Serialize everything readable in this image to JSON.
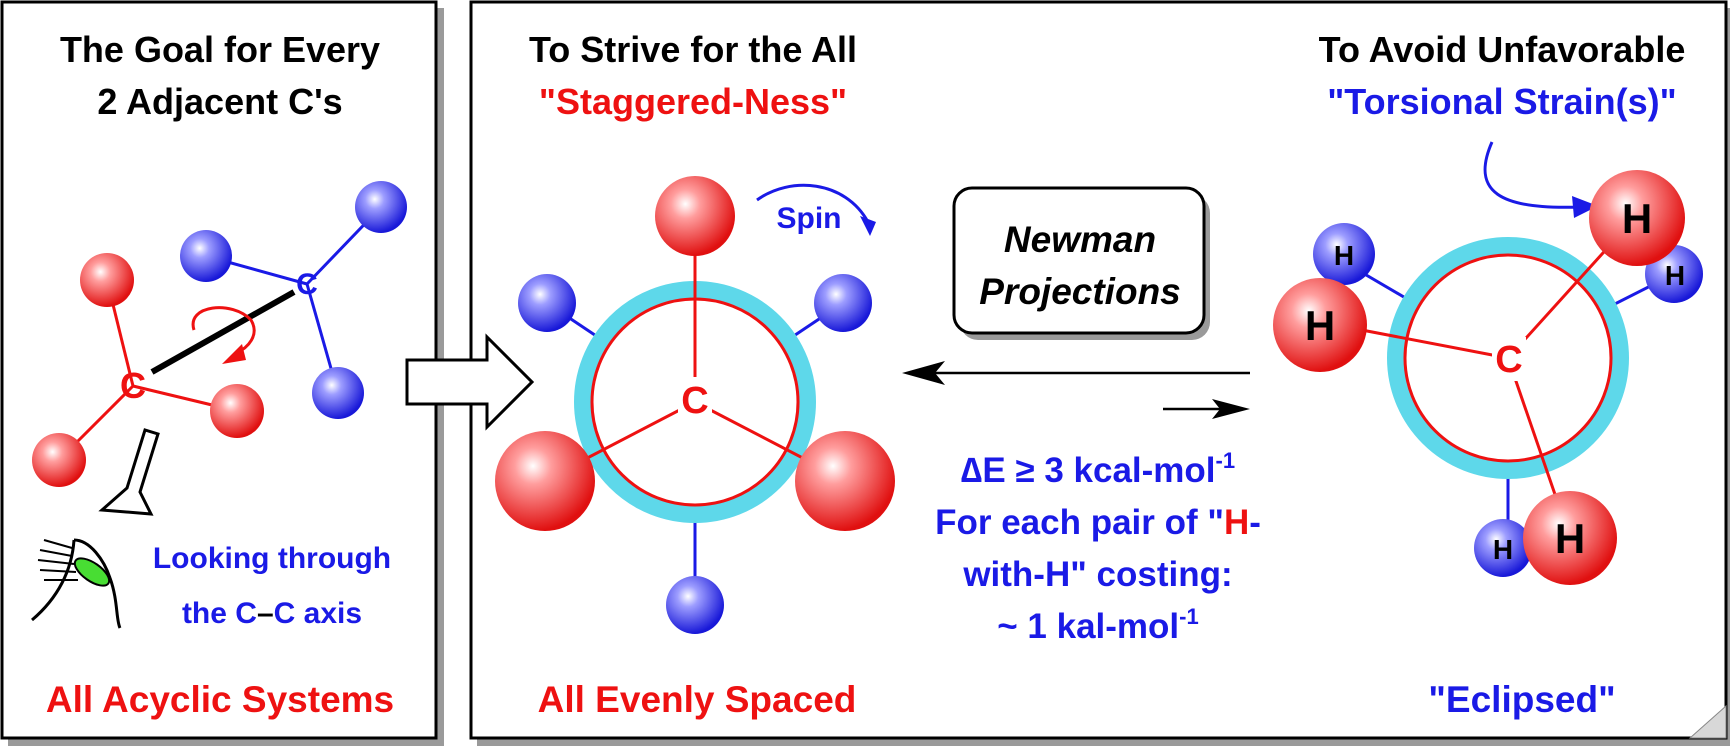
{
  "left_panel": {
    "title_line1": "The Goal for Every",
    "title_line2": "2 Adjacent C's",
    "front_carbon": "C",
    "back_carbon": "C",
    "looking_line1": "Looking through",
    "looking_line2_pre": "the ",
    "looking_line2_c1": "C",
    "looking_line2_dash": "–",
    "looking_line2_c2": "C",
    "looking_line2_post": " axis",
    "footer": "All Acyclic Systems"
  },
  "staggered": {
    "title_line1": "To Strive for the All",
    "title_line2": "\"Staggered-Ness\"",
    "spin_label": "Spin",
    "center_label": "C",
    "footer": "All Evenly Spaced"
  },
  "middle": {
    "callout_line1": "Newman",
    "callout_line2": "Projections",
    "energy_delta": "∆E ≥ 3 kcal-mol",
    "energy_exp": "-1",
    "pair_line1_pre": "For each pair of \"",
    "pair_line1_h": "H",
    "pair_line1_post": "-",
    "pair_line2": "with-H\" costing:",
    "pair_line3": "~ 1 kal-mol",
    "pair_line3_exp": "-1"
  },
  "eclipsed": {
    "title_line1": "To Avoid Unfavorable",
    "title_line2": "\"Torsional Strain(s)\"",
    "center_label": "C",
    "h_label": "H",
    "footer": "\"Eclipsed\""
  },
  "colors": {
    "red": "#ee1111",
    "blue": "#1a1ae6",
    "cyan": "#5ed8ea",
    "black": "#000000"
  }
}
